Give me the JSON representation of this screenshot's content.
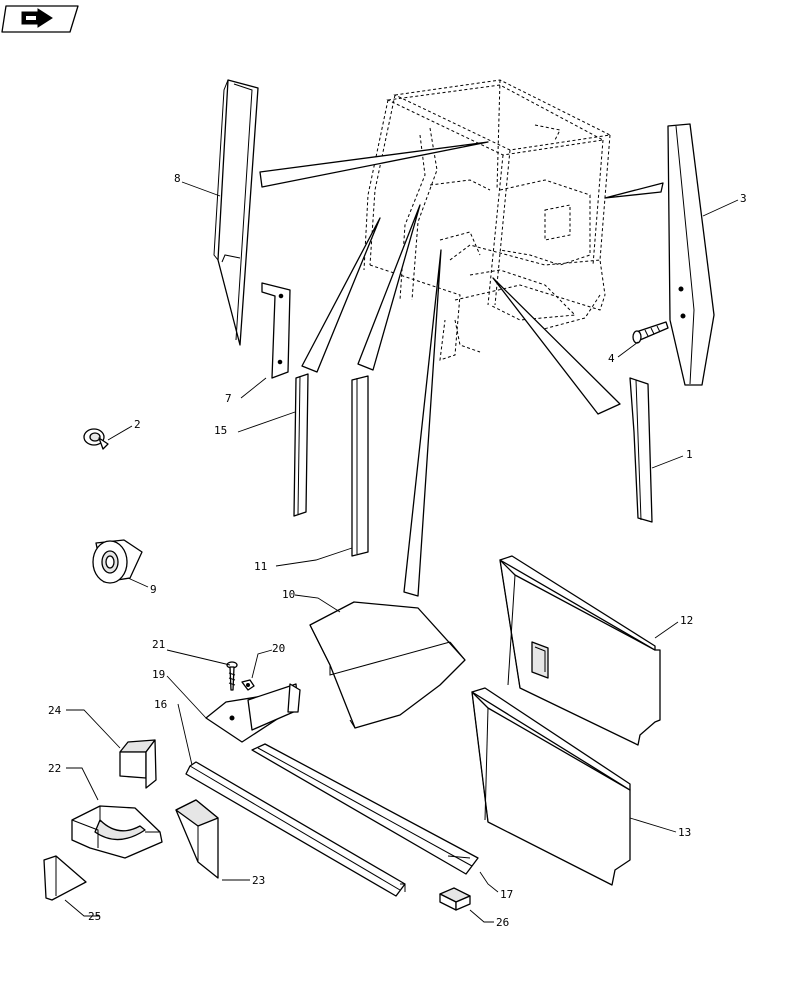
{
  "nav": {
    "icon": "next-page-arrow-icon"
  },
  "callouts": {
    "c1": "1",
    "c2": "2",
    "c3": "3",
    "c4": "4",
    "c7": "7",
    "c8": "8",
    "c9": "9",
    "c10": "10",
    "c11": "11",
    "c12": "12",
    "c13": "13",
    "c15": "15",
    "c16": "16",
    "c17": "17",
    "c19": "19",
    "c20": "20",
    "c21": "21",
    "c22": "22",
    "c23": "23",
    "c24": "24",
    "c25": "25",
    "c26": "26"
  }
}
